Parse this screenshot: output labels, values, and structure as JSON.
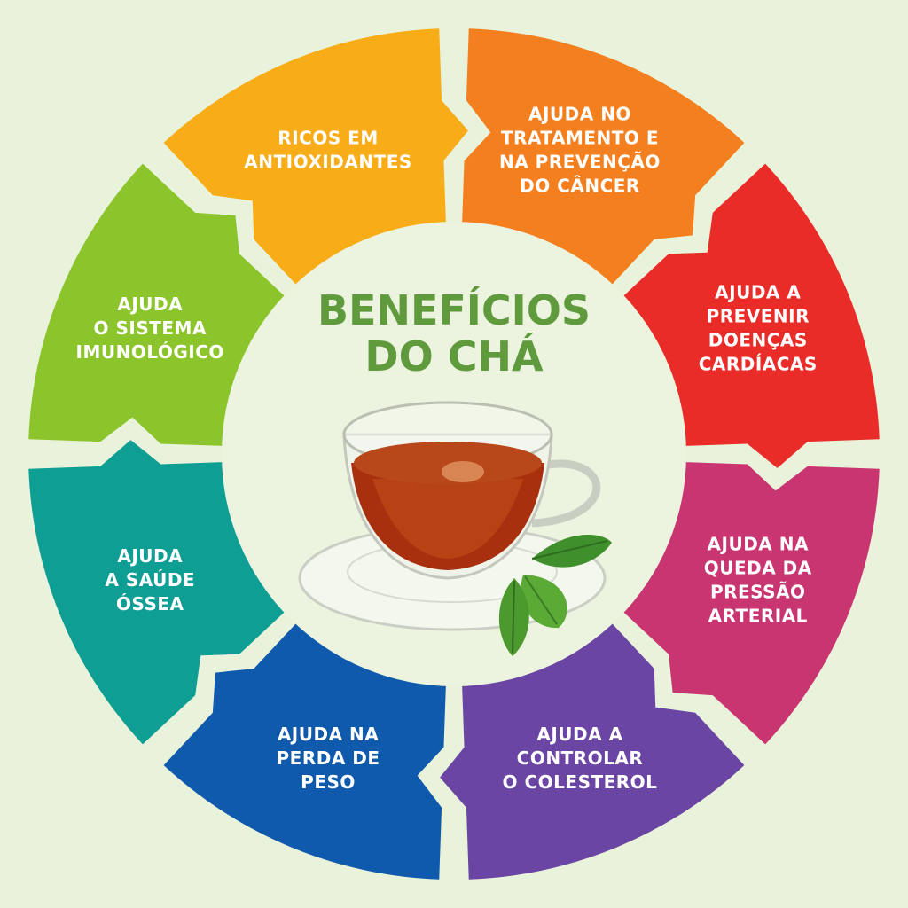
{
  "title": {
    "line1": "BENEFÍCIOS",
    "line2": "DO CHÁ"
  },
  "colors": {
    "background": "#e9f2da",
    "center_disc": "#ecf3de",
    "title": "#5f9a3d",
    "label": "#ffffff"
  },
  "illustration": {
    "icon": "tea-cup-with-leaves-icon"
  },
  "segments": [
    {
      "color": "#f47f1f",
      "lines": [
        "AJUDA NO",
        "TRATAMENTO E",
        "NA PREVENÇÃO",
        "DO CÂNCER"
      ]
    },
    {
      "color": "#ea2c29",
      "lines": [
        "AJUDA A",
        "PREVENIR",
        "DOENÇAS",
        "CARDÍACAS"
      ]
    },
    {
      "color": "#c93571",
      "lines": [
        "AJUDA NA",
        "QUEDA DA",
        "PRESSÃO",
        "ARTERIAL"
      ]
    },
    {
      "color": "#6a45a3",
      "lines": [
        "AJUDA A",
        "CONTROLAR",
        "O COLESTEROL"
      ]
    },
    {
      "color": "#0f5aac",
      "lines": [
        "AJUDA NA",
        "PERDA DE",
        "PESO"
      ]
    },
    {
      "color": "#0f9e94",
      "lines": [
        "AJUDA",
        "A SAÚDE",
        "ÓSSEA"
      ]
    },
    {
      "color": "#8cc52b",
      "lines": [
        "AJUDA",
        "O SISTEMA",
        "IMUNOLÓGICO"
      ]
    },
    {
      "color": "#f8ad18",
      "lines": [
        "RICOS EM",
        "ANTIOXIDANTES"
      ]
    }
  ]
}
